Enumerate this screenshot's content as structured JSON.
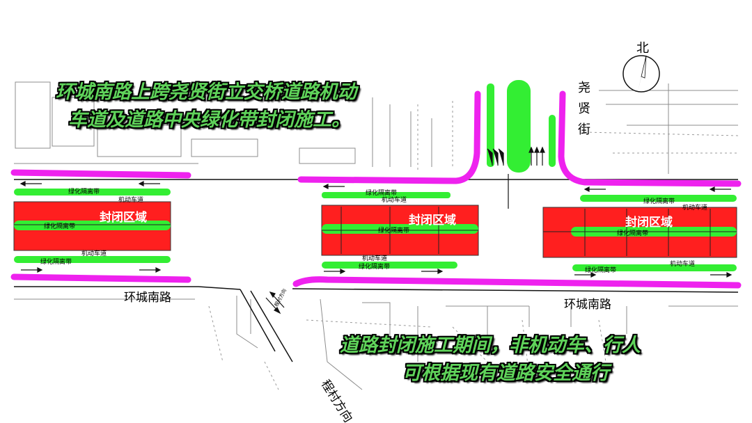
{
  "headline_top": [
    "环城南路上跨尧贤街立交桥道路机动",
    "车道及道路中央绿化带封闭施工。"
  ],
  "headline_bottom": [
    "道路封闭施工期间，非机动车、行人",
    "可根据现有道路安全通行"
  ],
  "north_label": "北",
  "cross_street": "尧贤街",
  "main_road": "环城南路",
  "direction_label": "程村方向",
  "small_road_label": "程村方向",
  "closed_zone_label": "封闭区域",
  "green_belt_label": "绿化隔离带",
  "motor_lane_label": "机动车道",
  "colors": {
    "closure": "#ff1f1f",
    "green_belt": "#33ee33",
    "curb": "#ee22ee",
    "headline": "#5fd35a"
  }
}
